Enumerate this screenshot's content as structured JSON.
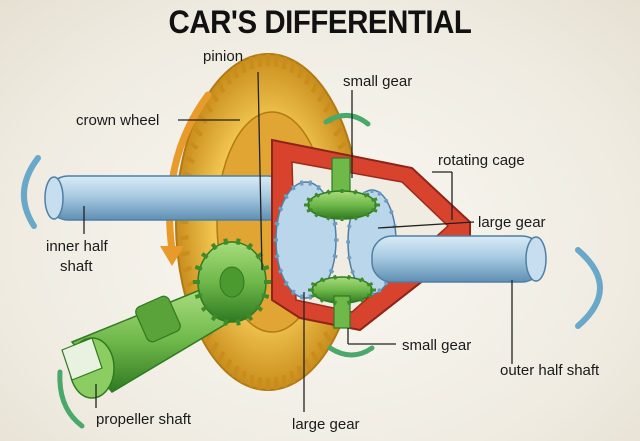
{
  "diagram": {
    "title": "CAR'S DIFFERENTIAL",
    "labels": {
      "pinion": "pinion",
      "small_gear_top": "small gear",
      "crown_wheel": "crown wheel",
      "rotating_cage": "rotating cage",
      "large_gear_right": "large gear",
      "inner_half_shaft_line1": "inner half",
      "inner_half_shaft_line2": "shaft",
      "small_gear_bottom": "small gear",
      "outer_half_shaft": "outer half shaft",
      "propeller_shaft": "propeller shaft",
      "large_gear_bottom": "large gear"
    },
    "colors": {
      "crown": "#e9b53a",
      "crown_dark": "#c98d1c",
      "cage": "#d8432e",
      "cage_dark": "#9e2a1c",
      "shaft": "#a9cbe3",
      "shaft_dark": "#6f9dbf",
      "gear_green": "#6fb84a",
      "gear_green_dark": "#3f8a2a",
      "arrow_blue": "#6aa8c9",
      "arrow_green": "#4aa86a",
      "arrow_orange": "#e89a2a"
    }
  }
}
